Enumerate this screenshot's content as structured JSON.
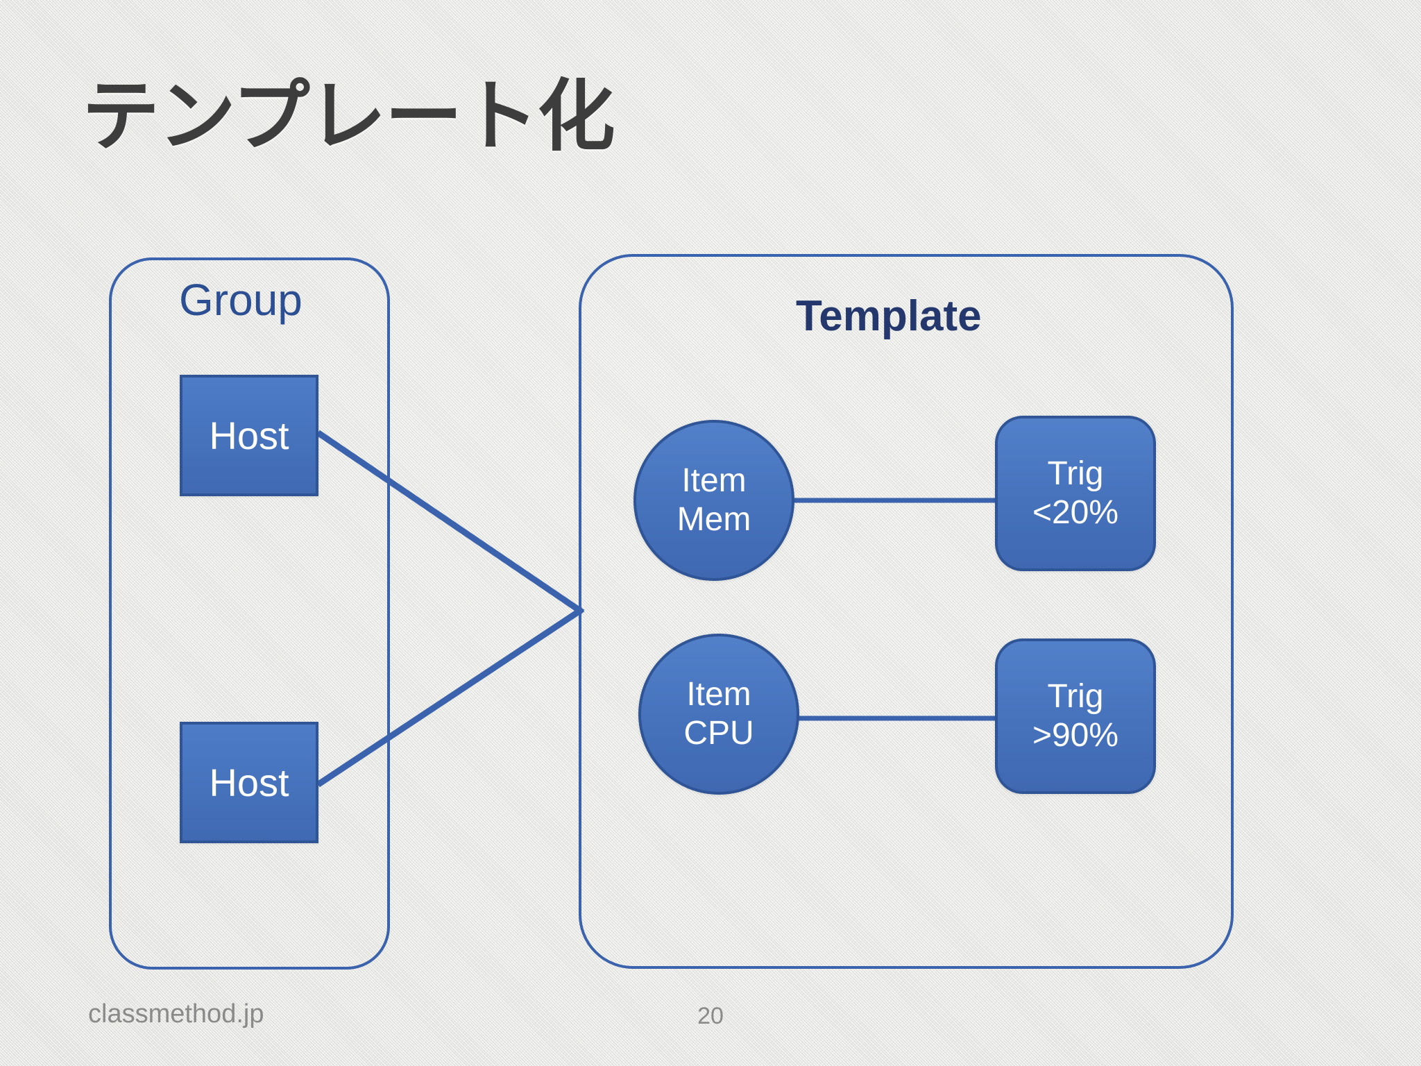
{
  "slide": {
    "title": "テンプレート化",
    "page_number": "20",
    "footer_brand": "classmethod.jp",
    "background_color": "#f1f1ef",
    "title_color": "#3d3d3d",
    "footer_color": "#8a8a8a"
  },
  "diagram": {
    "type": "node-link",
    "accent_color": "#4472c4",
    "border_color": "#2f5597",
    "container_border_color": "#3a62ad",
    "connector_color": "#3a62ad",
    "group": {
      "label": "Group",
      "label_color": "#2b4f92",
      "hosts": [
        {
          "label": "Host"
        },
        {
          "label": "Host"
        }
      ]
    },
    "template": {
      "label": "Template",
      "label_color": "#24386e",
      "rows": [
        {
          "item": {
            "line1": "Item",
            "line2": "Mem"
          },
          "trigger": {
            "line1": "Trig",
            "line2": "<20%"
          }
        },
        {
          "item": {
            "line1": "Item",
            "line2": "CPU"
          },
          "trigger": {
            "line1": "Trig",
            "line2": ">90%"
          }
        }
      ]
    }
  }
}
